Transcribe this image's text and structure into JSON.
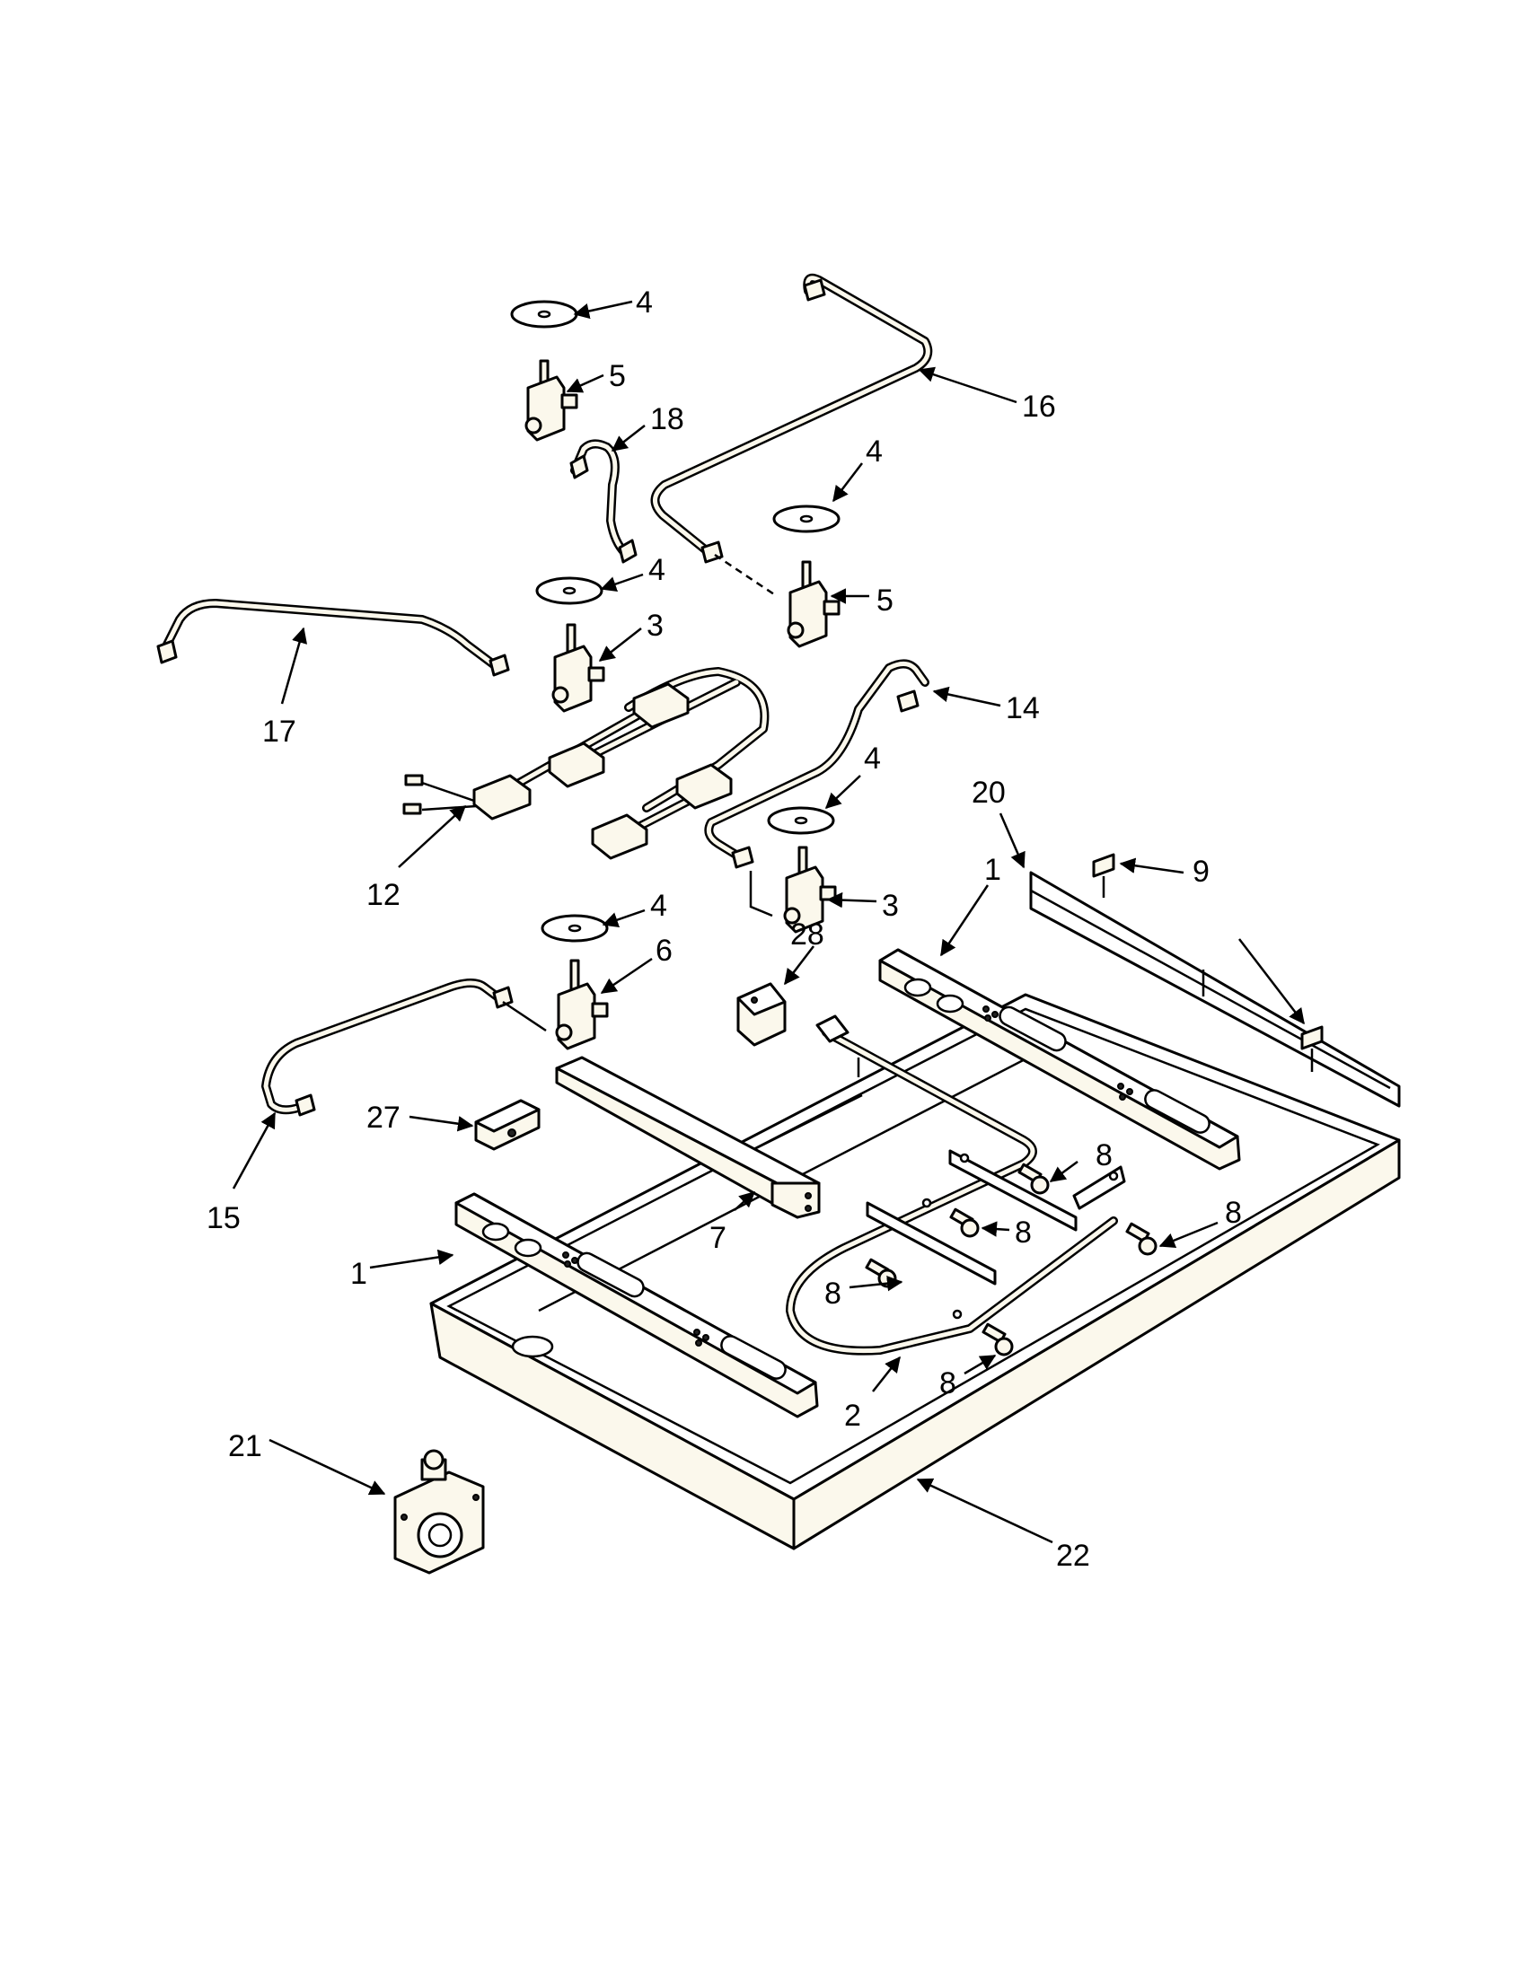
{
  "callouts": [
    {
      "id": "c4a",
      "label": "4"
    },
    {
      "id": "c5a",
      "label": "5"
    },
    {
      "id": "c18",
      "label": "18"
    },
    {
      "id": "c16",
      "label": "16"
    },
    {
      "id": "c4b",
      "label": "4"
    },
    {
      "id": "c5b",
      "label": "5"
    },
    {
      "id": "c4c",
      "label": "4"
    },
    {
      "id": "c3a",
      "label": "3"
    },
    {
      "id": "c17",
      "label": "17"
    },
    {
      "id": "c14",
      "label": "14"
    },
    {
      "id": "c4d",
      "label": "4"
    },
    {
      "id": "c20",
      "label": "20"
    },
    {
      "id": "c9",
      "label": "9"
    },
    {
      "id": "c12",
      "label": "12"
    },
    {
      "id": "c3b",
      "label": "3"
    },
    {
      "id": "c1a",
      "label": "1"
    },
    {
      "id": "c4e",
      "label": "4"
    },
    {
      "id": "c6",
      "label": "6"
    },
    {
      "id": "c28",
      "label": "28"
    },
    {
      "id": "c27",
      "label": "27"
    },
    {
      "id": "c8a",
      "label": "8"
    },
    {
      "id": "c8b",
      "label": "8"
    },
    {
      "id": "c8c",
      "label": "8"
    },
    {
      "id": "c15",
      "label": "15"
    },
    {
      "id": "c7",
      "label": "7"
    },
    {
      "id": "c1b",
      "label": "1"
    },
    {
      "id": "c8d",
      "label": "8"
    },
    {
      "id": "c2",
      "label": "2"
    },
    {
      "id": "c8e",
      "label": "8"
    },
    {
      "id": "c21",
      "label": "21"
    },
    {
      "id": "c22",
      "label": "22"
    }
  ]
}
